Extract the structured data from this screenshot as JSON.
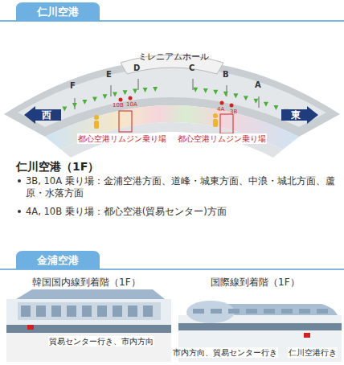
{
  "diagram": {
    "nodes": [
      {
        "text": [
          "仁川空港"
        ]
      },
      {
        "text": [
          "西"
        ]
      },
      {
        "text": [
          "東"
        ]
      },
      {
        "text": [
          "金浦空港"
        ]
      }
    ],
    "labels": [
      "ミレニアムホール",
      "F",
      "E",
      "D",
      "C",
      "B",
      "A",
      "10B",
      "10A",
      "4A",
      "3B",
      "都心空港リムジン乗り場",
      "都心空港リムジン乗り場",
      "仁川空港（1F）",
      "3B, 10A 乗り場：金浦空港方面、道峰・城東方面、中浪・城北方面、蘆原・水落方面",
      "4A, 10B 乗り場：都心空港(貿易センター)方面",
      "韓国国内線到着階（1F）",
      "国際線到着階（1F）",
      "貿易センター行き、市内方向",
      "市内方向、貿易センター行き",
      "仁川空港行き"
    ]
  }
}
